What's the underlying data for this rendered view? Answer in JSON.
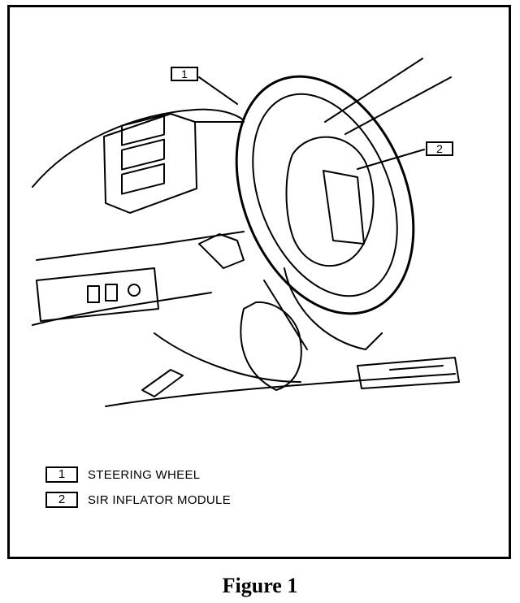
{
  "callouts": [
    {
      "number": "1"
    },
    {
      "number": "2"
    }
  ],
  "legend": [
    {
      "number": "1",
      "label": "STEERING WHEEL"
    },
    {
      "number": "2",
      "label": "SIR INFLATOR MODULE"
    }
  ],
  "caption": "Figure 1",
  "colors": {
    "ink": "#000000",
    "paper": "#ffffff"
  }
}
